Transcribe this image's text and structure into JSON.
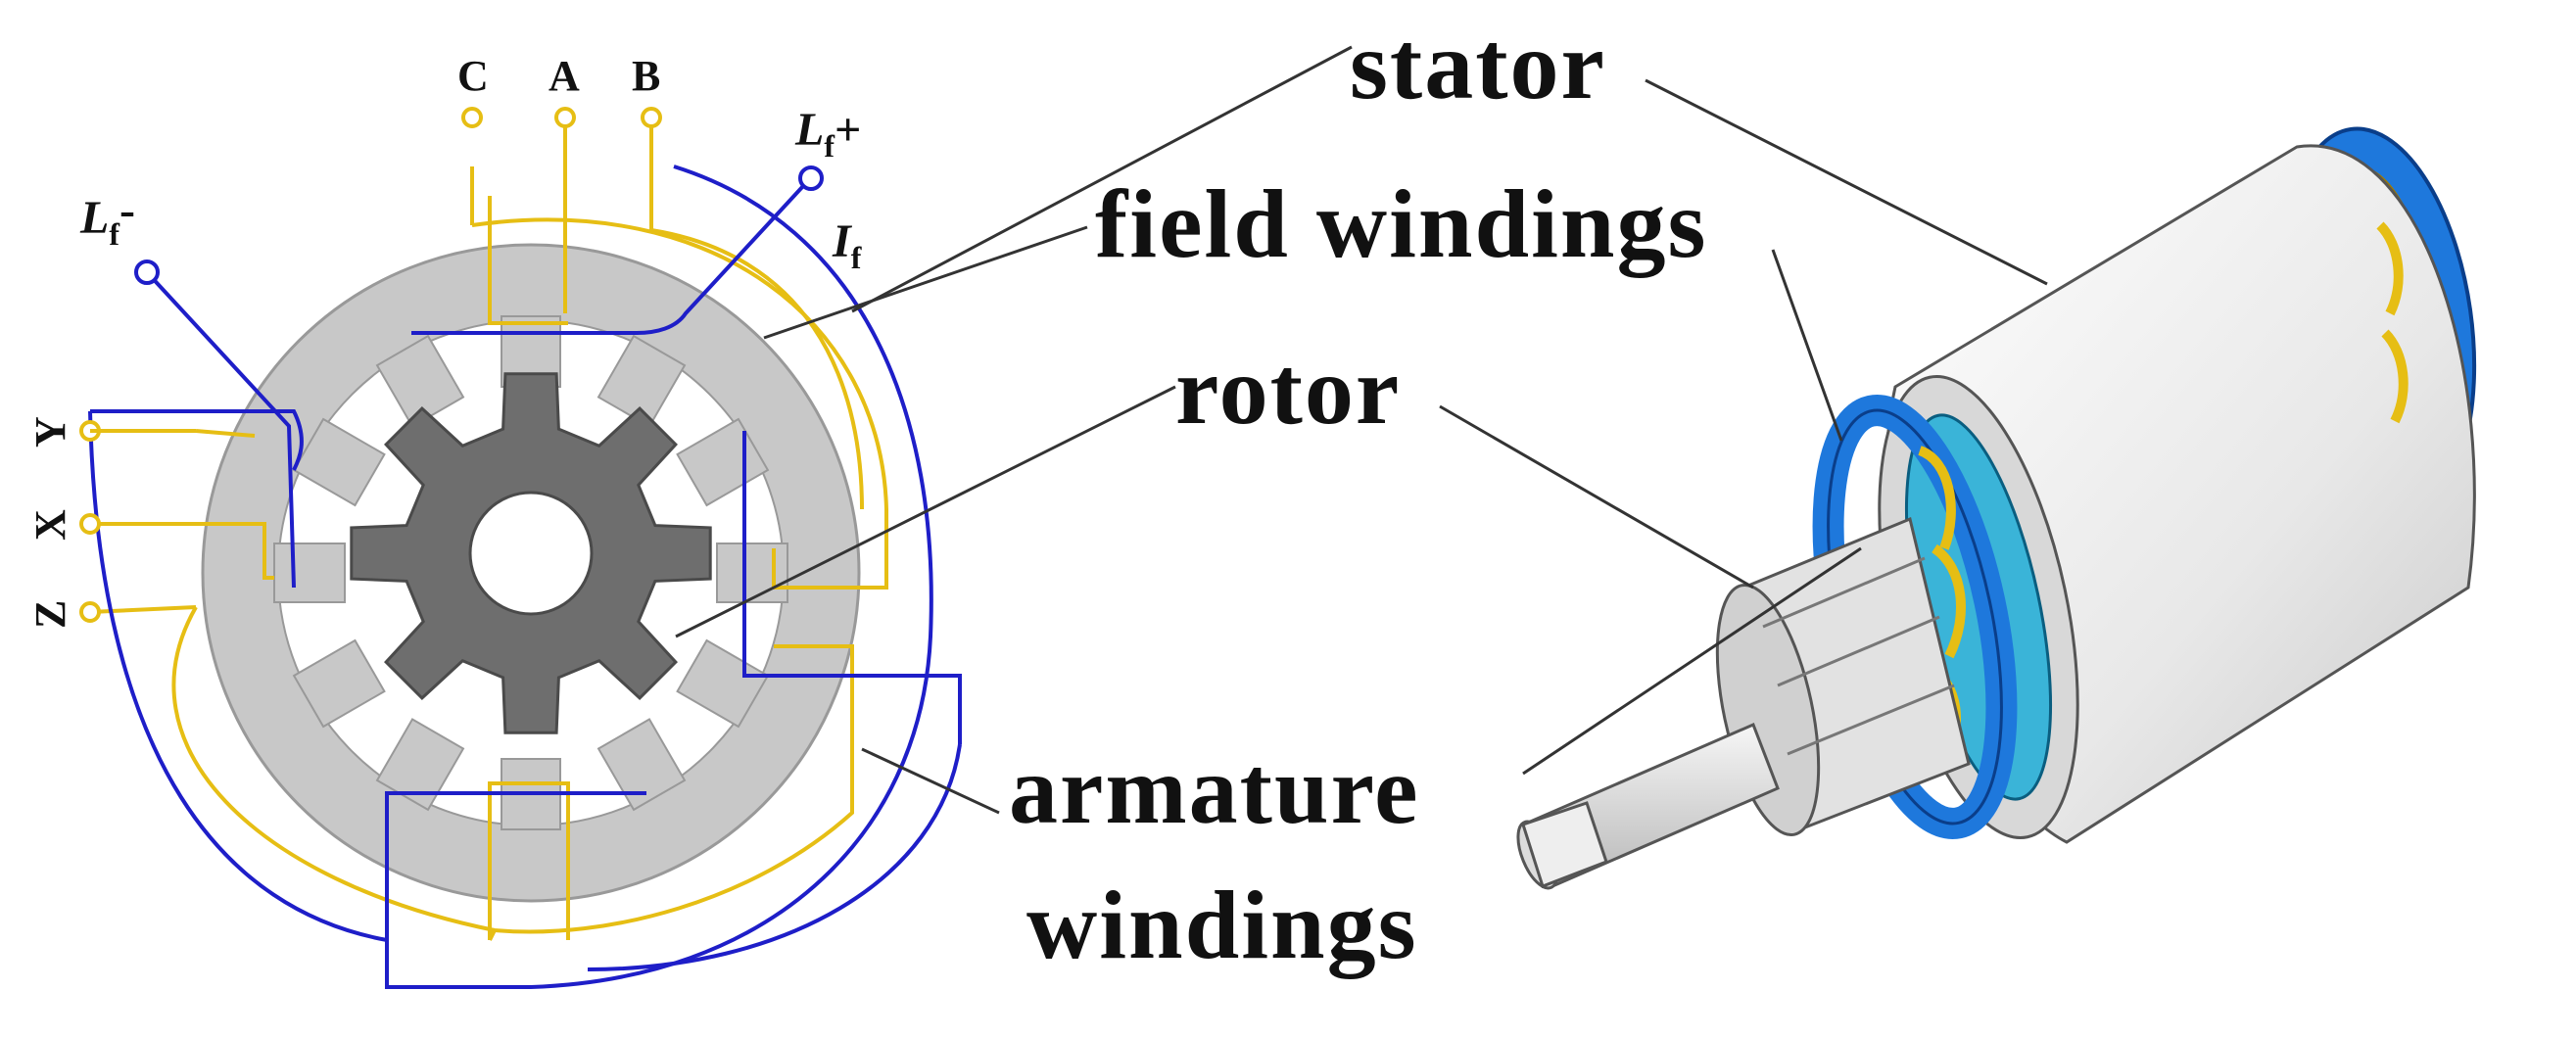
{
  "labels": {
    "stator": "stator",
    "field_windings": "field windings",
    "rotor": "rotor",
    "armature_line1": "armature",
    "armature_line2": "windings"
  },
  "terminals": {
    "c": "C",
    "a": "A",
    "b": "B",
    "y": "Y",
    "x": "X",
    "z": "Z"
  },
  "field_terminals": {
    "plus_main": "L",
    "plus_sub": "f",
    "plus_sign": "+",
    "minus_main": "L",
    "minus_sub": "f",
    "minus_sign": "-",
    "current_main": "I",
    "current_sub": "f"
  },
  "colors": {
    "field_winding": "#1e1ec8",
    "armature_winding": "#e6be14",
    "stator_steel": "#c8c8c8",
    "rotor_steel": "#6e6e6e",
    "end_coil": "#1e78dc",
    "housing": "#ebebeb"
  }
}
